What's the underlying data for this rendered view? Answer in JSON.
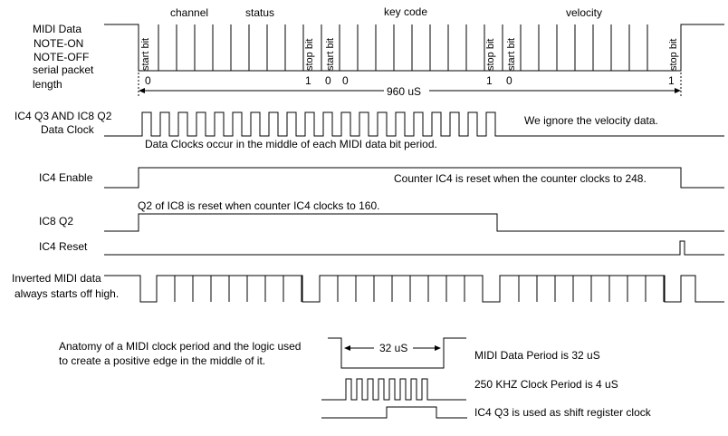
{
  "colors": {
    "ink": "#000000",
    "paper": "#ffffff"
  },
  "headers": {
    "channel": "channel",
    "status": "status",
    "key_code": "key code",
    "velocity": "velocity"
  },
  "midi_data_label": {
    "line1": "MIDI Data",
    "line2": "NOTE-ON",
    "line3": "NOTE-OFF",
    "line4": "serial packet",
    "line5": "length"
  },
  "bit_labels": {
    "start_bit": "start bit",
    "stop_bit": "stop bit"
  },
  "bit_values": {
    "zero": "0",
    "one": "1"
  },
  "duration_label": "960 uS",
  "signals": {
    "ic4_q3": {
      "line1": "IC4 Q3 AND IC8 Q2",
      "line2": "Data Clock"
    },
    "ic4_enable": "IC4 Enable",
    "ic8_q2": "IC8 Q2",
    "ic4_reset": "IC4 Reset",
    "inverted": {
      "line1": "Inverted MIDI data",
      "line2": "always starts off high."
    }
  },
  "notes": {
    "velocity_ignored": "We ignore the velocity data.",
    "clock_middle": "Data Clocks occur in the middle of each MIDI data bit period.",
    "counter_reset": "Counter IC4  is reset when the counter clocks to 248.",
    "q2_reset": "Q2 of IC8 is reset when counter IC4 clocks to 160."
  },
  "anatomy": {
    "caption_line1": "Anatomy of a MIDI clock period and the logic used",
    "caption_line2": "to create a positive edge in the middle of it.",
    "period_width": "32 uS",
    "midi_period": "MIDI Data Period is 32 uS",
    "clock_period": "250 KHZ Clock Period is 4 uS",
    "q3_shift": "IC4 Q3 is used as shift register clock"
  }
}
